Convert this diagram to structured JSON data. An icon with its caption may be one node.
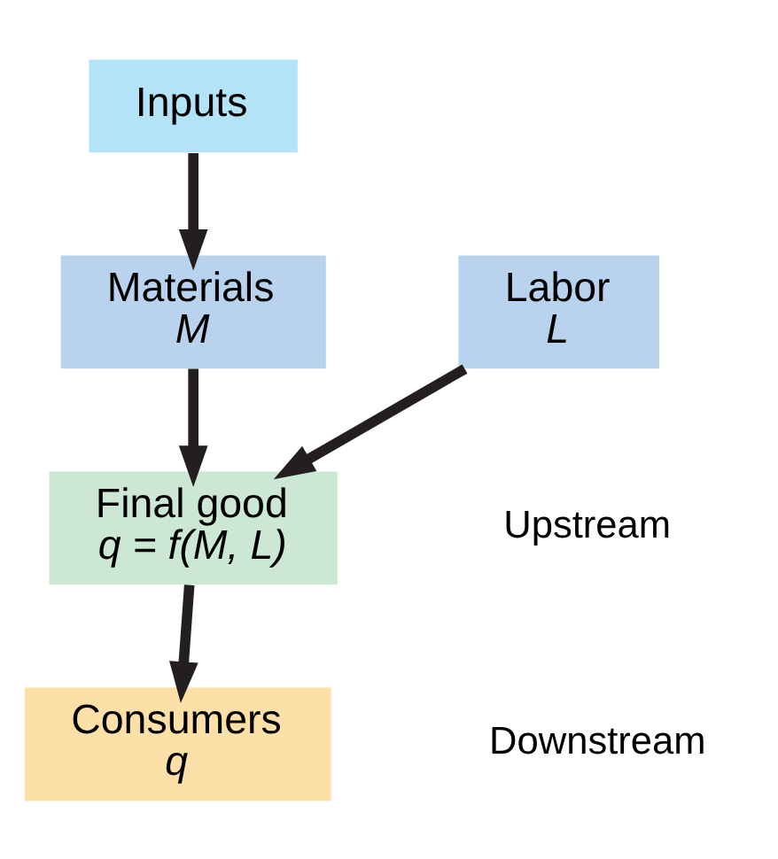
{
  "diagram": {
    "nodes": [
      {
        "text": [
          "Inputs"
        ]
      },
      {
        "text": [
          "Materials",
          "M"
        ]
      },
      {
        "text": [
          "Labor",
          "L"
        ]
      },
      {
        "text": [
          "Final good",
          "q = f(M, L)"
        ]
      },
      {
        "text": [
          "Consumers",
          "q"
        ]
      }
    ],
    "edges": [
      {
        "from": 0,
        "to": 1,
        "arrow": "to"
      },
      {
        "from": 1,
        "to": 3,
        "arrow": "to"
      },
      {
        "from": 2,
        "to": 3,
        "arrow": "to"
      },
      {
        "from": 3,
        "to": 4,
        "arrow": "to"
      }
    ],
    "labels": [
      "Upstream",
      "Downstream"
    ]
  }
}
